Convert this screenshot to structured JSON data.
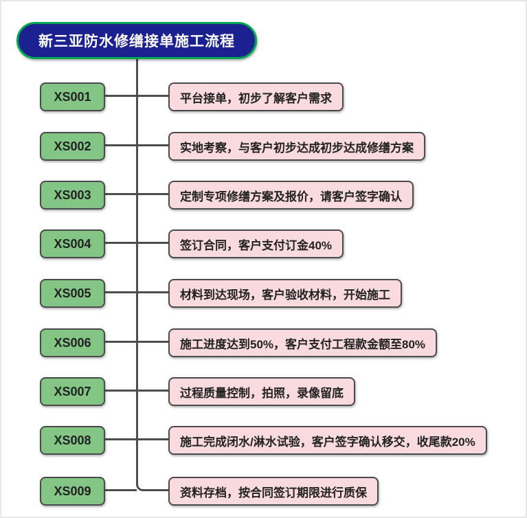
{
  "title": "新三亚防水修缮接单施工流程",
  "colors": {
    "title_fill": "#1b2191",
    "title_border": "#00a650",
    "title_text": "#ffffff",
    "step_box_fill": "#82c585",
    "desc_box_fill": "#f9dade",
    "box_border": "#4a4a4a",
    "line": "#4d4d4d",
    "background": "#ffffff"
  },
  "steps": [
    {
      "code": "XS001",
      "label": "平台接单，初步了解客户需求"
    },
    {
      "code": "XS002",
      "label": "实地考察，与客户初步达成初步达成修缮方案"
    },
    {
      "code": "XS003",
      "label": "定制专项修缮方案及报价，请客户签字确认"
    },
    {
      "code": "XS004",
      "label": "签订合同，客户支付订金40%"
    },
    {
      "code": "XS005",
      "label": "材料到达现场，客户验收材料，开始施工"
    },
    {
      "code": "XS006",
      "label": "施工进度达到50%，客户支付工程款金额至80%"
    },
    {
      "code": "XS007",
      "label": "过程质量控制，拍照，录像留底"
    },
    {
      "code": "XS008",
      "label": "施工完成闭水/淋水试验，客户签字确认移交，收尾款20%"
    },
    {
      "code": "XS009",
      "label": "资料存档，按合同签订期限进行质保"
    }
  ]
}
